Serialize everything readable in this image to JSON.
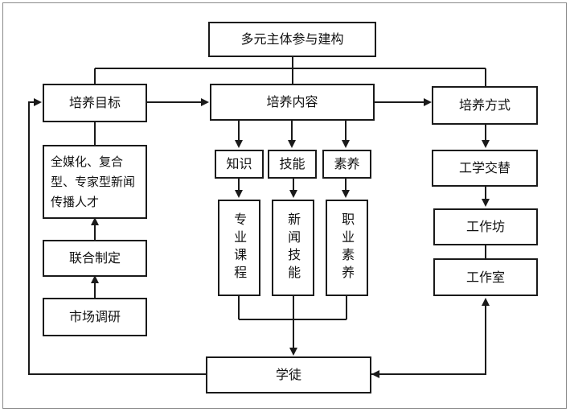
{
  "nodes": {
    "top": "多元主体参与建构",
    "goal": "培养目标",
    "content": "培养内容",
    "method": "培养方式",
    "talent": "全媒化、复合型、专家型新闻传播人才",
    "joint": "联合制定",
    "market": "市场调研",
    "knowledge": "知识",
    "skill": "技能",
    "quality": "素养",
    "course": "专业课程",
    "newsskill": "新闻技能",
    "professional": "职业素养",
    "alternate": "工学交替",
    "workshop": "工作坊",
    "studio": "工作室",
    "apprentice": "学徒"
  }
}
